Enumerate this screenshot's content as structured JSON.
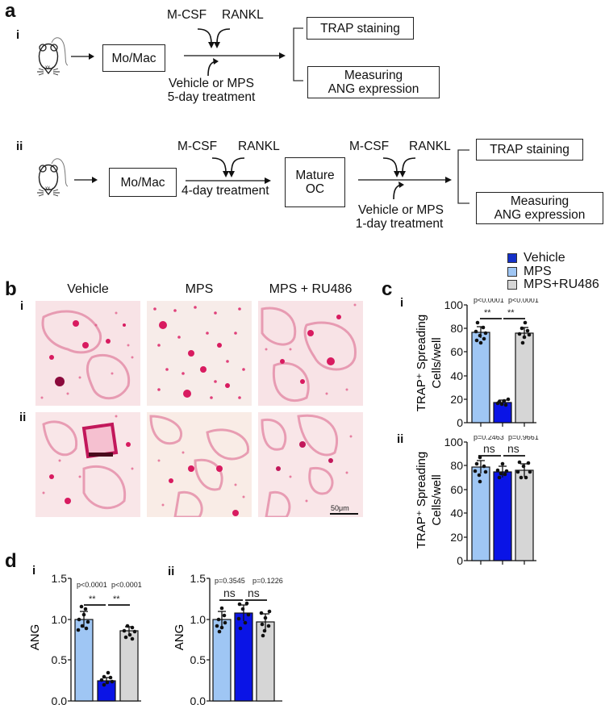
{
  "figure": {
    "panel_a": {
      "letter": "a",
      "row_i": {
        "label": "i",
        "start_box": "Mo/Mac",
        "factors": [
          "M-CSF",
          "RANKL"
        ],
        "treatment_line1": "Vehicle or MPS",
        "treatment_line2": "5-day treatment",
        "outputs": [
          "TRAP staining",
          "Measuring",
          "ANG expression"
        ]
      },
      "row_ii": {
        "label": "ii",
        "start_box": "Mo/Mac",
        "factors_1": [
          "M-CSF",
          "RANKL"
        ],
        "step1_label": "4-day treatment",
        "mid_box_line1": "Mature",
        "mid_box_line2": "OC",
        "factors_2": [
          "M-CSF",
          "RANKL"
        ],
        "treatment_line1": "Vehicle or MPS",
        "treatment_line2": "1-day treatment",
        "outputs": [
          "TRAP staining",
          "Measuring",
          "ANG expression"
        ]
      }
    },
    "panel_b": {
      "letter": "b",
      "columns": [
        "Vehicle",
        "MPS",
        "MPS + RU486"
      ],
      "rows": [
        "i",
        "ii"
      ],
      "scale_bar": "50μm"
    },
    "panel_c": {
      "letter": "c",
      "legend": [
        {
          "label": "Vehicle",
          "color": "#1430c8"
        },
        {
          "label": "MPS",
          "color": "#9fc6f4"
        },
        {
          "label": "MPS+RU486",
          "color": "#d6d6d6"
        }
      ],
      "ylabel_line1": "TRAP⁺ Spreading",
      "ylabel_line2": "Cells/well",
      "sub_i": {
        "label": "i",
        "p1": "p<0.0001",
        "p2": "p<0.0001",
        "sig1": "**",
        "sig2": "**"
      },
      "sub_ii": {
        "label": "ii",
        "p1": "p=0.2463",
        "p2": "p=0.9661",
        "sig1": "ns",
        "sig2": "ns"
      }
    },
    "panel_d": {
      "letter": "d",
      "ylabel": "ANG",
      "sub_i": {
        "label": "i",
        "p1": "p<0.0001",
        "p2": "p<0.0001",
        "sig1": "**",
        "sig2": "**"
      },
      "sub_ii": {
        "label": "ii",
        "p1": "p=0.3545",
        "p2": "p=0.1226",
        "sig1": "ns",
        "sig2": "ns"
      }
    }
  },
  "chart_data": [
    {
      "id": "c_i",
      "type": "bar",
      "title": "",
      "categories": [
        "MPS",
        "Vehicle",
        "MPS+RU486"
      ],
      "bar_colors": [
        "#9fc6f4",
        "#0a14e6",
        "#d6d6d6"
      ],
      "values": [
        77,
        17,
        76
      ],
      "errors": [
        5,
        2,
        5
      ],
      "ylabel": "TRAP⁺ Spreading Cells/well",
      "xlabel": "",
      "ylim": [
        0,
        100
      ],
      "yticks": [
        0,
        20,
        40,
        60,
        80,
        100
      ],
      "annotations": [
        {
          "between": [
            0,
            1
          ],
          "text": "**",
          "p": "p<0.0001"
        },
        {
          "between": [
            1,
            2
          ],
          "text": "**",
          "p": "p<0.0001"
        }
      ],
      "grid": false
    },
    {
      "id": "c_ii",
      "type": "bar",
      "categories": [
        "MPS",
        "Vehicle",
        "MPS+RU486"
      ],
      "bar_colors": [
        "#9fc6f4",
        "#0a14e6",
        "#d6d6d6"
      ],
      "values": [
        79,
        75,
        76
      ],
      "errors": [
        5,
        4,
        5
      ],
      "ylabel": "TRAP⁺ Spreading Cells/well",
      "xlabel": "",
      "ylim": [
        0,
        100
      ],
      "yticks": [
        0,
        20,
        40,
        60,
        80,
        100
      ],
      "annotations": [
        {
          "between": [
            0,
            1
          ],
          "text": "ns",
          "p": "p=0.2463"
        },
        {
          "between": [
            1,
            2
          ],
          "text": "ns",
          "p": "p=0.9661"
        }
      ],
      "grid": false
    },
    {
      "id": "d_i",
      "type": "bar",
      "categories": [
        "MPS",
        "Vehicle",
        "MPS+RU486"
      ],
      "bar_colors": [
        "#9fc6f4",
        "#0a14e6",
        "#d6d6d6"
      ],
      "values": [
        1.0,
        0.25,
        0.86
      ],
      "errors": [
        0.1,
        0.04,
        0.05
      ],
      "ylabel": "ANG",
      "xlabel": "",
      "ylim": [
        0,
        1.5
      ],
      "yticks": [
        0.0,
        0.5,
        1.0,
        1.5
      ],
      "annotations": [
        {
          "between": [
            0,
            1
          ],
          "text": "**",
          "p": "p<0.0001"
        },
        {
          "between": [
            1,
            2
          ],
          "text": "**",
          "p": "p<0.0001"
        }
      ],
      "grid": false
    },
    {
      "id": "d_ii",
      "type": "bar",
      "categories": [
        "MPS",
        "Vehicle",
        "MPS+RU486"
      ],
      "bar_colors": [
        "#9fc6f4",
        "#0a14e6",
        "#d6d6d6"
      ],
      "values": [
        1.0,
        1.08,
        0.97
      ],
      "errors": [
        0.1,
        0.1,
        0.1
      ],
      "ylabel": "ANG",
      "xlabel": "",
      "ylim": [
        0,
        1.5
      ],
      "yticks": [
        0.0,
        0.5,
        1.0,
        1.5
      ],
      "annotations": [
        {
          "between": [
            0,
            1
          ],
          "text": "ns",
          "p": "p=0.3545"
        },
        {
          "between": [
            1,
            2
          ],
          "text": "ns",
          "p": "p=0.1226"
        }
      ],
      "grid": false
    }
  ]
}
